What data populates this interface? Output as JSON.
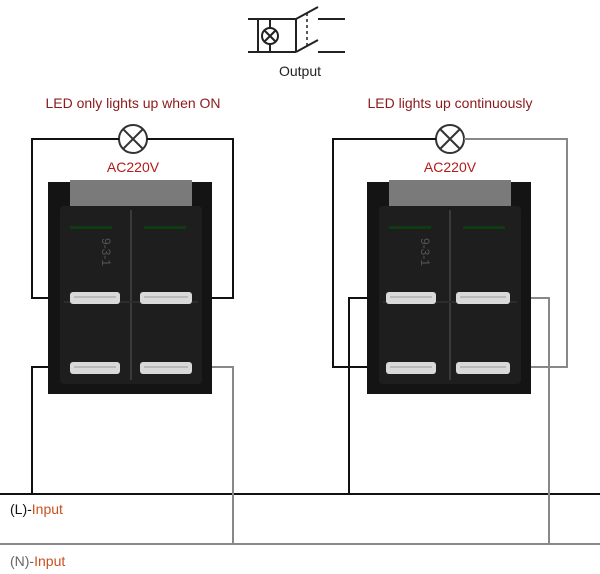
{
  "symbol": {
    "caption": "Output"
  },
  "left_panel": {
    "title": "LED only lights up when ON",
    "lamp_label": "AC220V",
    "switch_marking": "9-3-1"
  },
  "right_panel": {
    "title": "LED lights up continuously",
    "lamp_label": "AC220V",
    "switch_marking": "9-3-1"
  },
  "bus": {
    "l_prefix": "(L)-",
    "l_name": "Input",
    "n_prefix": "(N)-",
    "n_name": "Input"
  },
  "colors": {
    "title_red": "#8b1a1a",
    "input_orange": "#c8501e",
    "line_live": "#111111",
    "line_neutral": "#888888",
    "switch_body": "#1a1a1a",
    "switch_cap": "#7a7a7a",
    "terminal": "#d9d9d9"
  },
  "icons": [
    "switch-symbol-icon",
    "lamp-icon"
  ]
}
